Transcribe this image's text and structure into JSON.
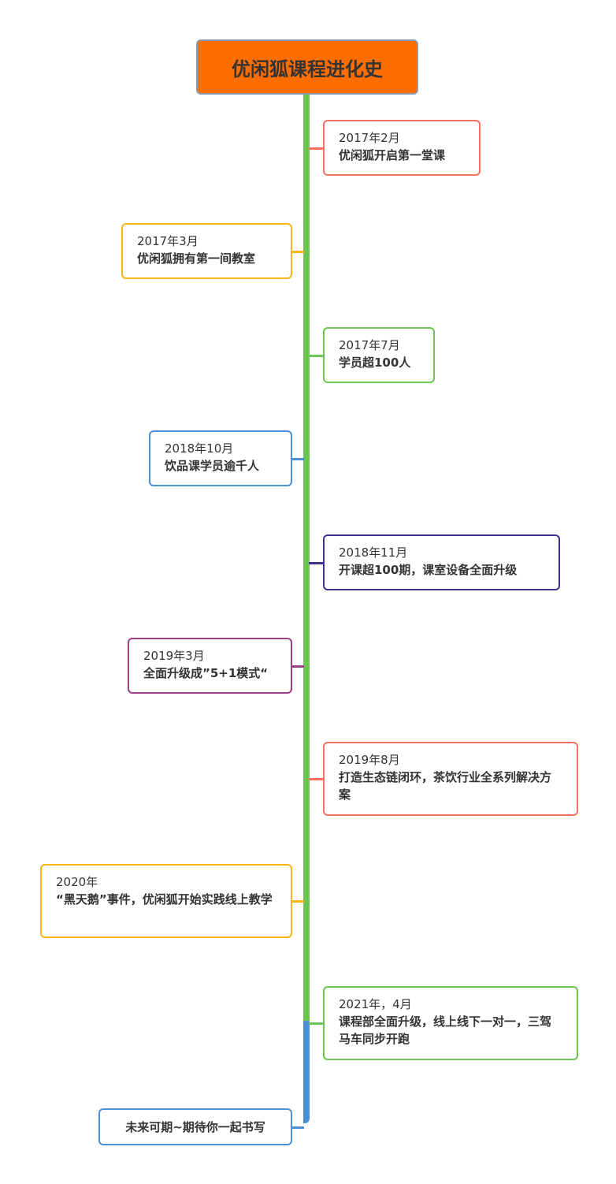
{
  "title": "优闲狐课程进化史",
  "colors": {
    "title_fill": "#fd6d00",
    "trunk": "#6cc551",
    "trunk_end": "#4a90d9"
  },
  "events": [
    {
      "date": "2017年2月",
      "desc": "优闲狐开启第一堂课",
      "side": "right",
      "color": "#f57160"
    },
    {
      "date": "2017年3月",
      "desc": "优闲狐拥有第一间教室",
      "side": "left",
      "color": "#fbb316"
    },
    {
      "date": "2017年7月",
      "desc": "学员超100人",
      "side": "right",
      "color": "#6cc551"
    },
    {
      "date": "2018年10月",
      "desc": "饮品课学员逾千人",
      "side": "left",
      "color": "#4a90d9"
    },
    {
      "date": "2018年11月",
      "desc": "开课超100期，课室设备全面升级",
      "side": "right",
      "color": "#3d3194"
    },
    {
      "date": "2019年3月",
      "desc": "全面升级成”5+1模式“",
      "side": "left",
      "color": "#9b3f8b"
    },
    {
      "date": "2019年8月",
      "desc": "打造生态链闭环，茶饮行业全系列解决方案",
      "side": "right",
      "color": "#f57160"
    },
    {
      "date": "2020年",
      "desc": "“黑天鹅”事件，优闲狐开始实践线上教学",
      "side": "left",
      "color": "#fbb316"
    },
    {
      "date": "2021年，4月",
      "desc": "课程部全面升级，线上线下一对一，三驾马车同步开跑",
      "side": "right",
      "color": "#6cc551"
    },
    {
      "date": "",
      "desc": "未来可期~期待你一起书写",
      "side": "left",
      "color": "#4a90d9"
    }
  ]
}
